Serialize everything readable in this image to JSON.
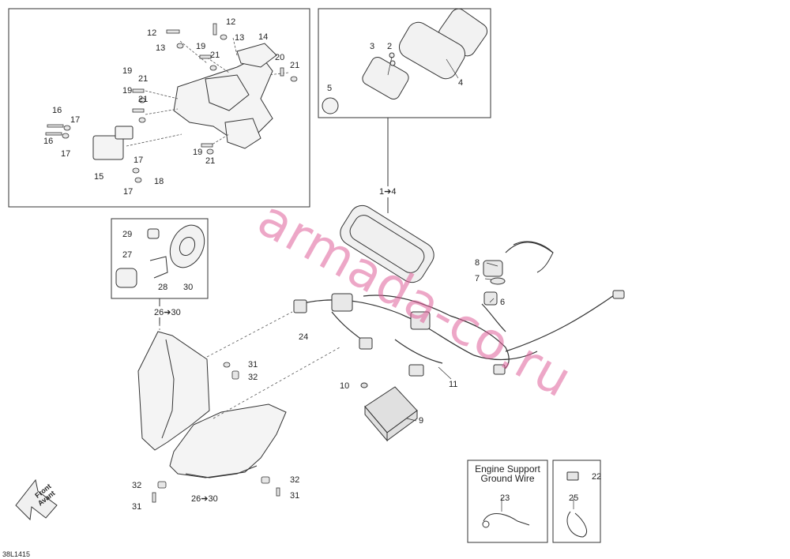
{
  "labels": {
    "l12a": "12",
    "l12b": "12",
    "l13a": "13",
    "l13b": "13",
    "l14": "14",
    "l19a": "19",
    "l21a": "21",
    "l20": "20",
    "l21b": "21",
    "l19b": "19",
    "l21c": "21",
    "l19c": "19",
    "l21d": "21",
    "l16a": "16",
    "l17a": "17",
    "l16b": "16",
    "l17b": "17",
    "l19d": "19",
    "l21e": "21",
    "l15": "15",
    "l17c": "17",
    "l17d": "17",
    "l18": "18",
    "l3": "3",
    "l2": "2",
    "l5": "5",
    "l4": "4",
    "l1to4": "1➔4",
    "l29": "29",
    "l27": "27",
    "l28": "28",
    "l30": "30",
    "l26to30a": "26➔30",
    "l8": "8",
    "l7": "7",
    "l6": "6",
    "l24": "24",
    "l31a": "31",
    "l32a": "32",
    "l10": "10",
    "l11": "11",
    "l9": "9",
    "l32b": "32",
    "l32c": "32",
    "l31b": "31",
    "l31c": "31",
    "l26to30b": "26➔30",
    "l22": "22",
    "l23": "23",
    "l25": "25"
  },
  "ground_box": {
    "title_line1": "Engine Support",
    "title_line2": "Ground Wire"
  },
  "front_arrow": {
    "line1": "Front",
    "line2": "Avant"
  },
  "watermark": "armada-co.ru",
  "ref_code": "38L1415"
}
